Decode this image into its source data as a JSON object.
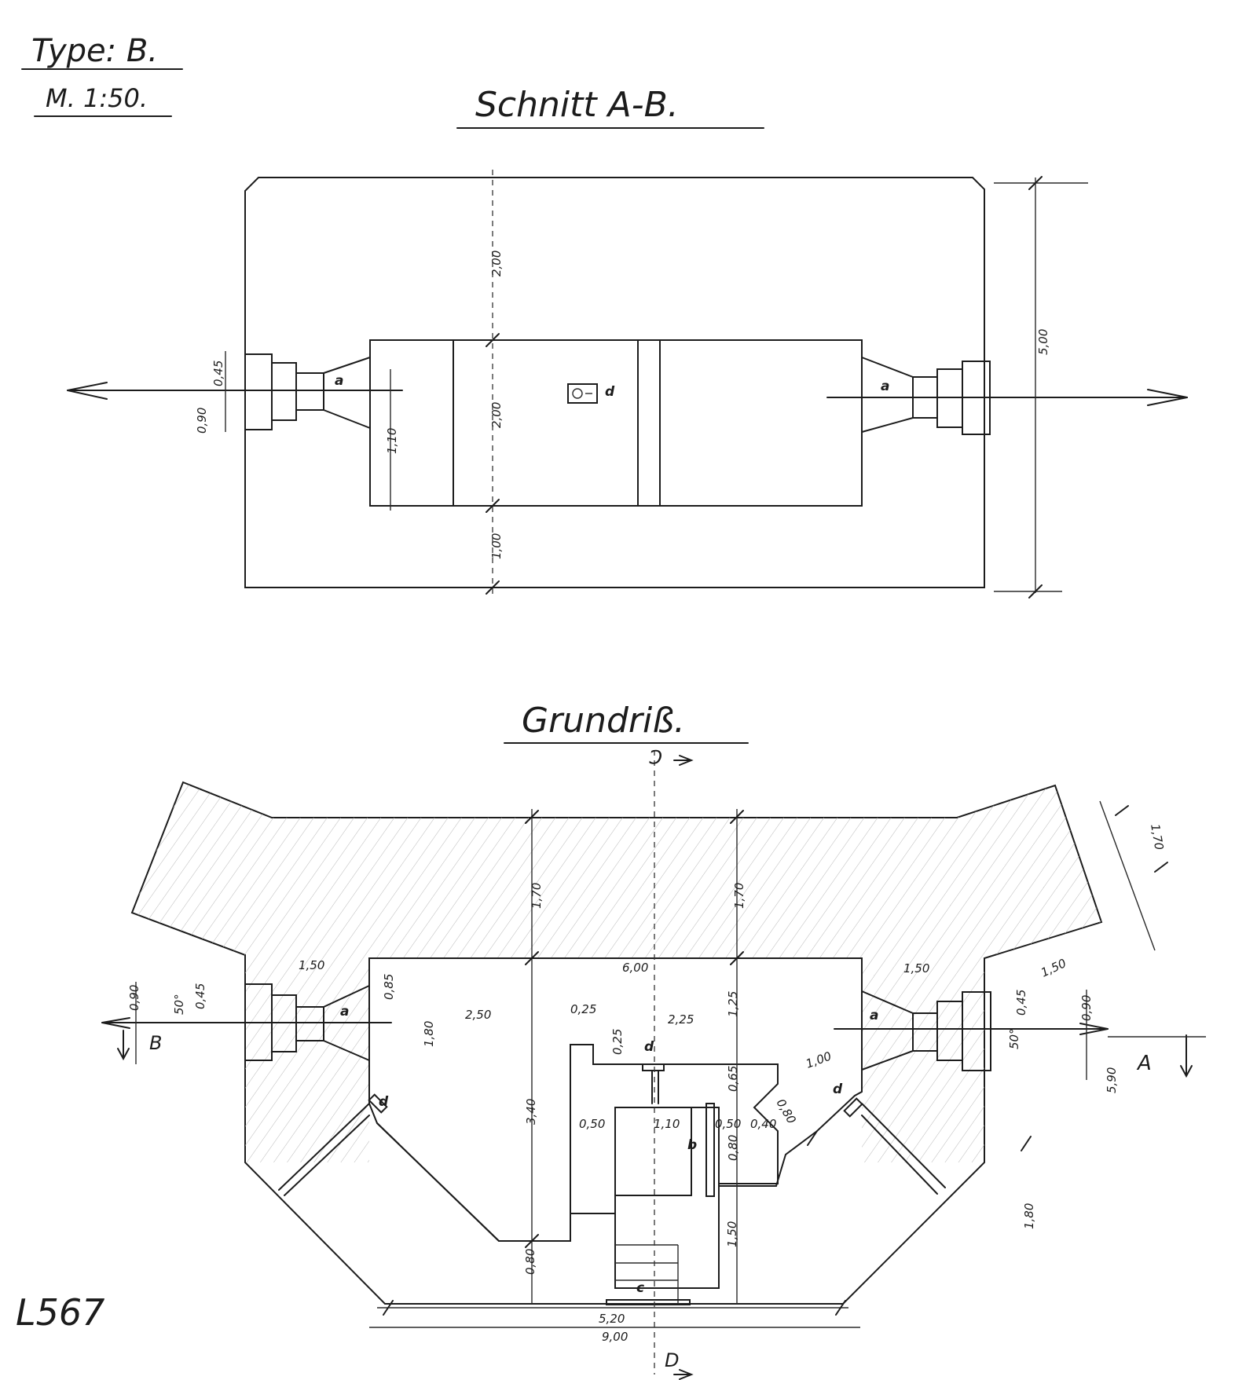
{
  "header": {
    "type_label": "Type: B.",
    "scale_label": "M. 1:50.",
    "section_title": "Schnitt A-B.",
    "plan_title": "Grundriß.",
    "sheet_code": "L567"
  },
  "section": {
    "dims": {
      "top_cover": "2,00",
      "chamber_height": "2,00",
      "bottom": "1,00",
      "total_height": "5,00",
      "embrasure_opening": "0,45",
      "embrasure_outer": "0,90",
      "embrasure_depth": "1,10"
    },
    "labels": {
      "left_embrasure": "a",
      "right_embrasure": "a",
      "vent": "d"
    }
  },
  "plan": {
    "dims": {
      "rear_wall_left": "1,70",
      "rear_wall_right": "1,70",
      "flank_top_right": "1,70",
      "left_wall": "1,50",
      "right_wall": "1,50",
      "right_wall_upper": "1,50",
      "room_width": "6,00",
      "left_room": "2,50",
      "right_room": "2,25",
      "left_depth": "1,80",
      "embrasure_wall": "0,85",
      "right_depth": "1,25",
      "step_a": "0,25",
      "step_b": "0,25",
      "corridor_height": "3,40",
      "corridor_w1": "0,50",
      "corridor_w2": "1,10",
      "corridor_w3": "0,50",
      "corridor_w4": "0,40",
      "diag": "0,80",
      "vert_a": "0,65",
      "vert_b": "0,80",
      "vert_c": "1,50",
      "right_side": "1,00",
      "front_wall": "0,80",
      "side_right_low": "1,80",
      "embr_l_small": "0,45",
      "embr_l_big": "0,90",
      "embr_r_small": "0,45",
      "embr_r_big": "0,90",
      "angle_left": "50°",
      "angle_right": "50°",
      "entrance_width": "5,20",
      "total_width": "9,00",
      "right_offset": "5,90"
    },
    "labels": {
      "embr_left": "a",
      "embr_right": "a",
      "corner_left": "d",
      "corner_right": "d",
      "door_top": "d",
      "door_side": "b",
      "entrance": "c",
      "cut_a": "A",
      "cut_b": "B",
      "cut_c": "C",
      "cut_d": "D"
    }
  }
}
